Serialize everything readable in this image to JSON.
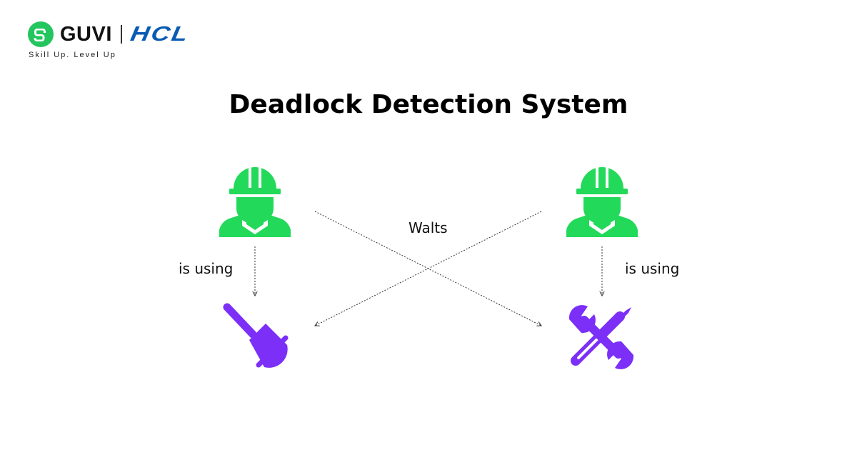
{
  "brand": {
    "guvi_name": "GUVI",
    "hcl_name": "HCL",
    "tagline": "Skill Up. Level Up",
    "guvi_color": "#22c55e",
    "hcl_color": "#0a5bb3"
  },
  "title": "Deadlock Detection System",
  "edges": {
    "left_using": "is using",
    "right_using": "is using",
    "waits": "Walts"
  },
  "icons": {
    "worker_left": "construction-worker-icon",
    "worker_right": "construction-worker-icon",
    "resource_left": "plunger-icon",
    "resource_right": "wrench-screwdriver-icon"
  },
  "colors": {
    "worker": "#22d95a",
    "resource": "#7b2ff7",
    "arrow": "#333333"
  }
}
